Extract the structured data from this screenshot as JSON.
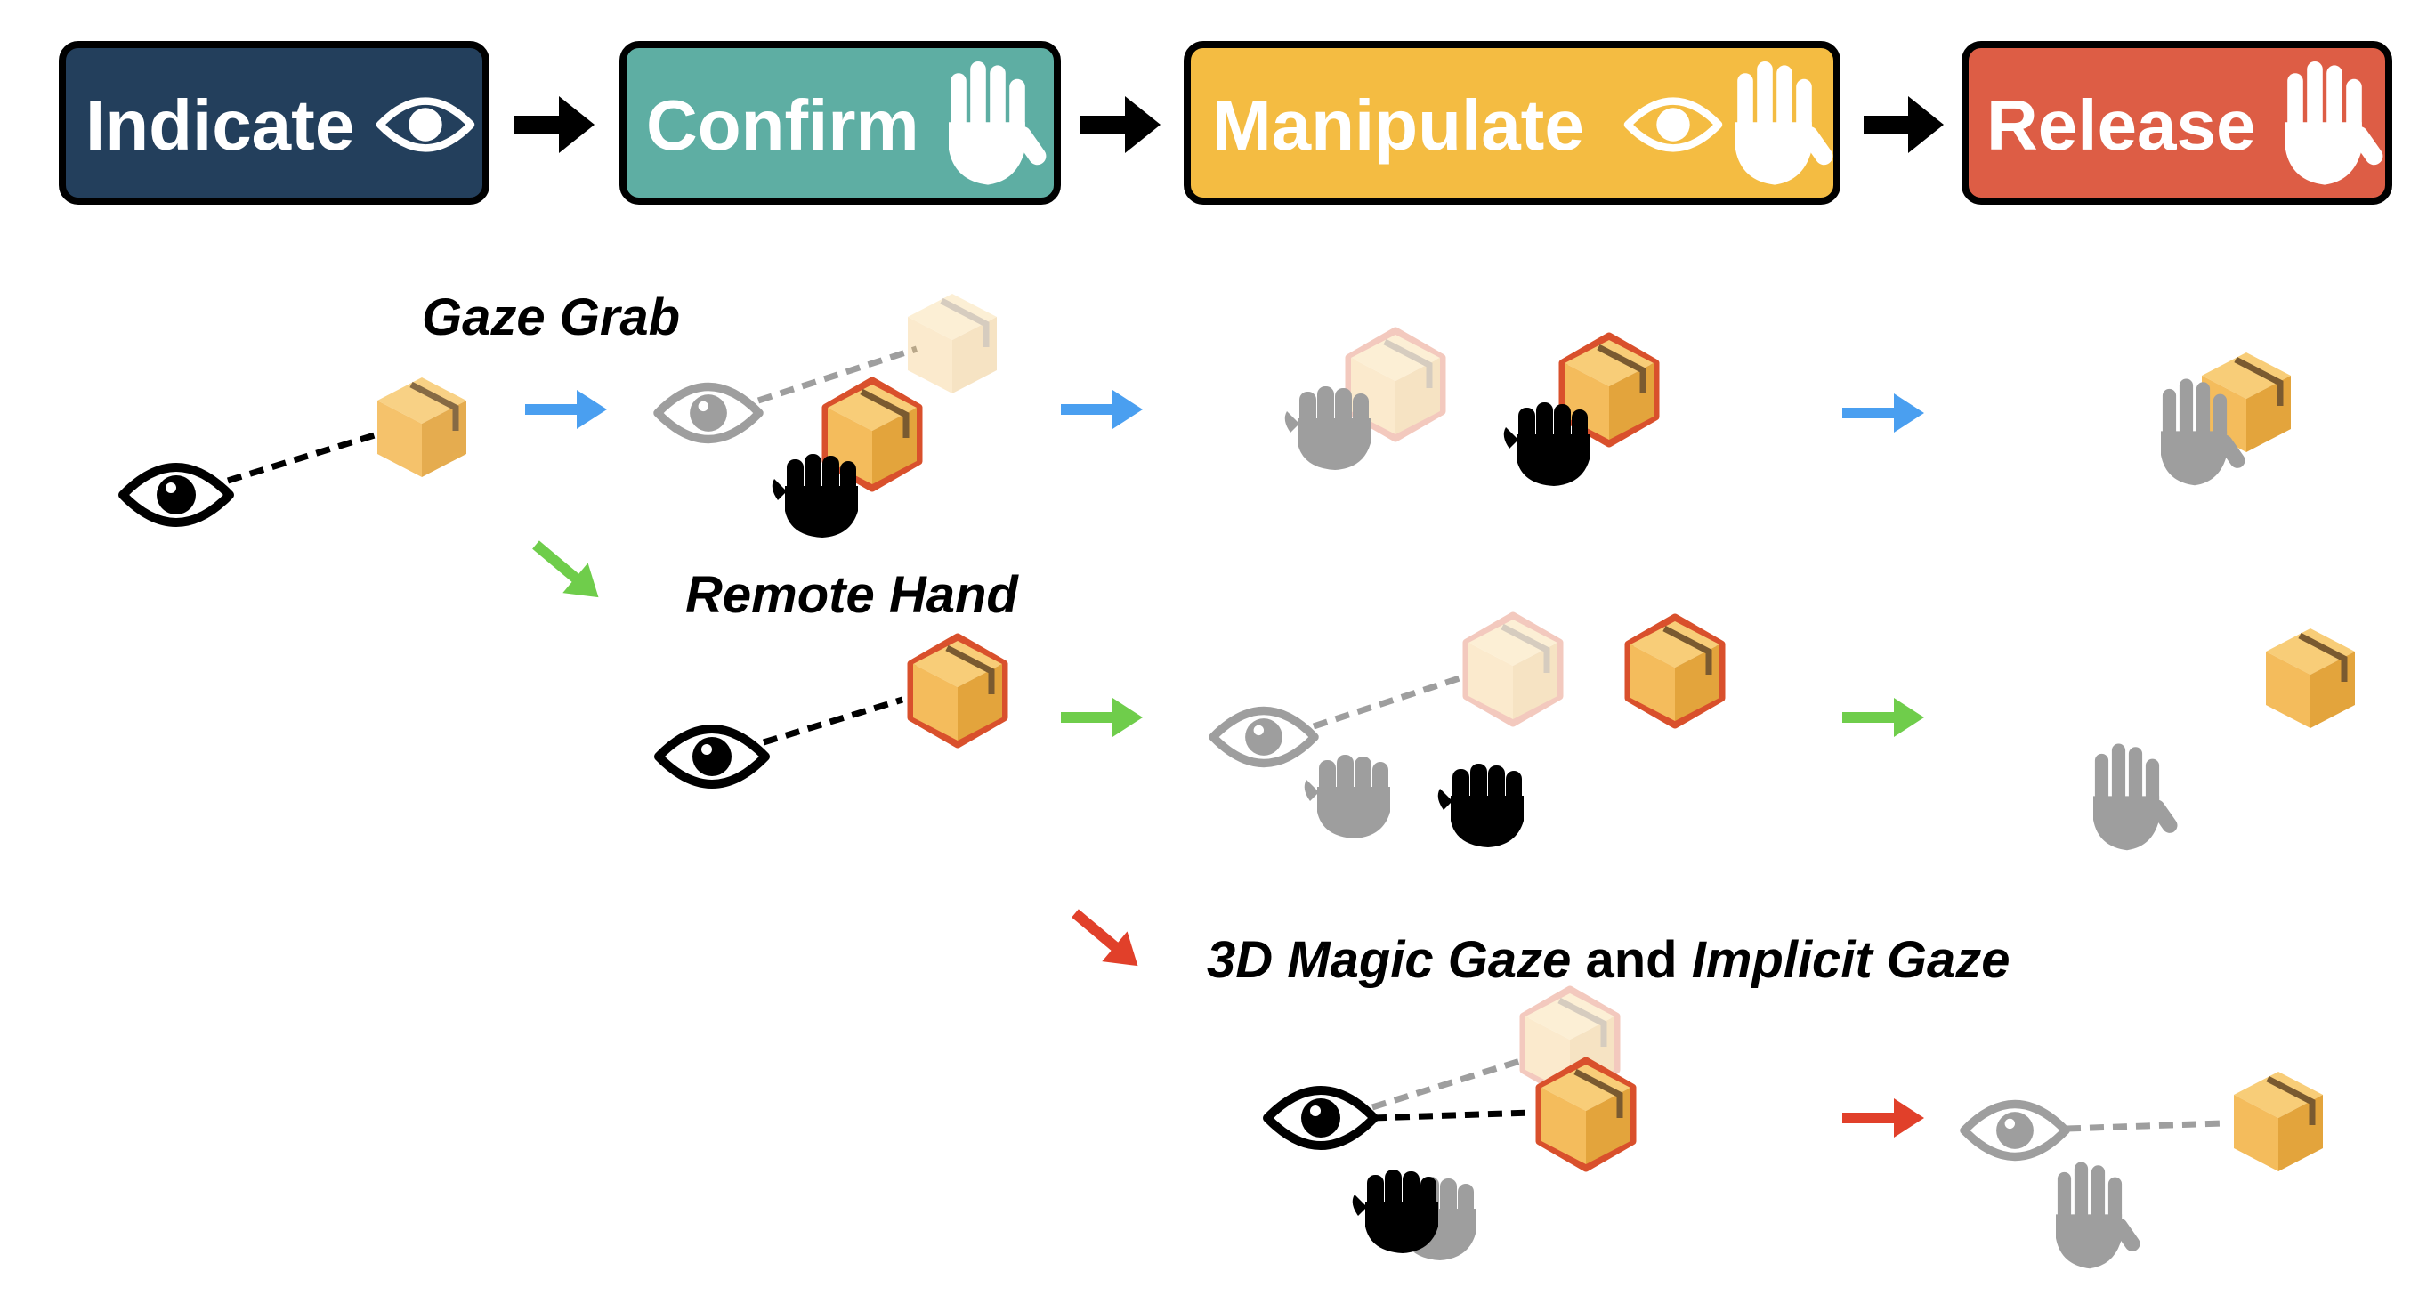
{
  "stages": [
    {
      "label": "Indicate",
      "color": "#233f5c",
      "icons": [
        "eye-icon"
      ]
    },
    {
      "label": "Confirm",
      "color": "#5eaea3",
      "icons": [
        "open-hand-icon"
      ]
    },
    {
      "label": "Manipulate",
      "color": "#f4bc42",
      "icons": [
        "eye-icon",
        "open-hand-icon"
      ]
    },
    {
      "label": "Release",
      "color": "#dd5d45",
      "icons": [
        "open-hand-icon"
      ]
    }
  ],
  "techniques": {
    "gaze_grab": {
      "label": "Gaze Grab",
      "arrow_color": "#4a9ff0"
    },
    "remote_hand": {
      "label": "Remote Hand",
      "arrow_color": "#6fcd4b"
    },
    "magic_gaze": {
      "label_part1": "3D Magic Gaze",
      "label_part2": " and ",
      "label_part3": "Implicit Gaze",
      "arrow_color": "#e1402a"
    }
  },
  "colors": {
    "box_fill": "#f4bc5c",
    "box_dark": "#e3a43c",
    "box_highlight_outline": "#d9502c",
    "ghost_gray": "#9e9e9e",
    "flow_arrow": "#000000"
  },
  "icons": [
    "eye-icon",
    "open-hand-icon",
    "fist-icon",
    "box-icon",
    "arrow-icon"
  ]
}
